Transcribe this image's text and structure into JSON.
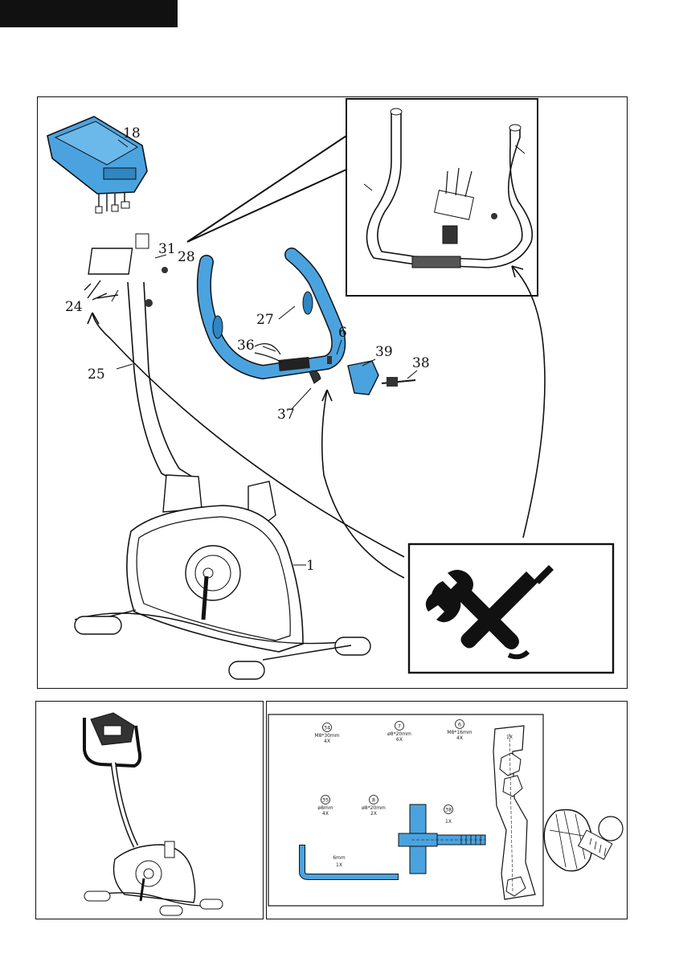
{
  "header": {
    "tab_color": "#111111"
  },
  "colors": {
    "part_blue": "#4aa3df",
    "line": "#111111"
  },
  "main_panel": {
    "callouts": [
      "18",
      "31",
      "28",
      "24",
      "27",
      "36",
      "6",
      "39",
      "38",
      "25",
      "37",
      "1"
    ],
    "tools_icon": "wrench-screwdriver-icon"
  },
  "parts_panel": {
    "bolts": [
      {
        "num": "34",
        "spec": "M8*30mm",
        "qty": "4X"
      },
      {
        "num": "7",
        "spec": "ø8*20mm",
        "qty": "6X"
      },
      {
        "num": "6",
        "spec": "M8*16mm",
        "qty": "4X"
      },
      {
        "num": "35",
        "spec": "ø8mm",
        "qty": "4X"
      },
      {
        "num": "8",
        "spec": "ø8*20mm",
        "qty": "2X"
      },
      {
        "num": "38",
        "spec": "",
        "qty": "1X"
      }
    ],
    "allen_key": {
      "size": "6mm",
      "qty": "1X"
    },
    "wrench_qty": "1X"
  }
}
